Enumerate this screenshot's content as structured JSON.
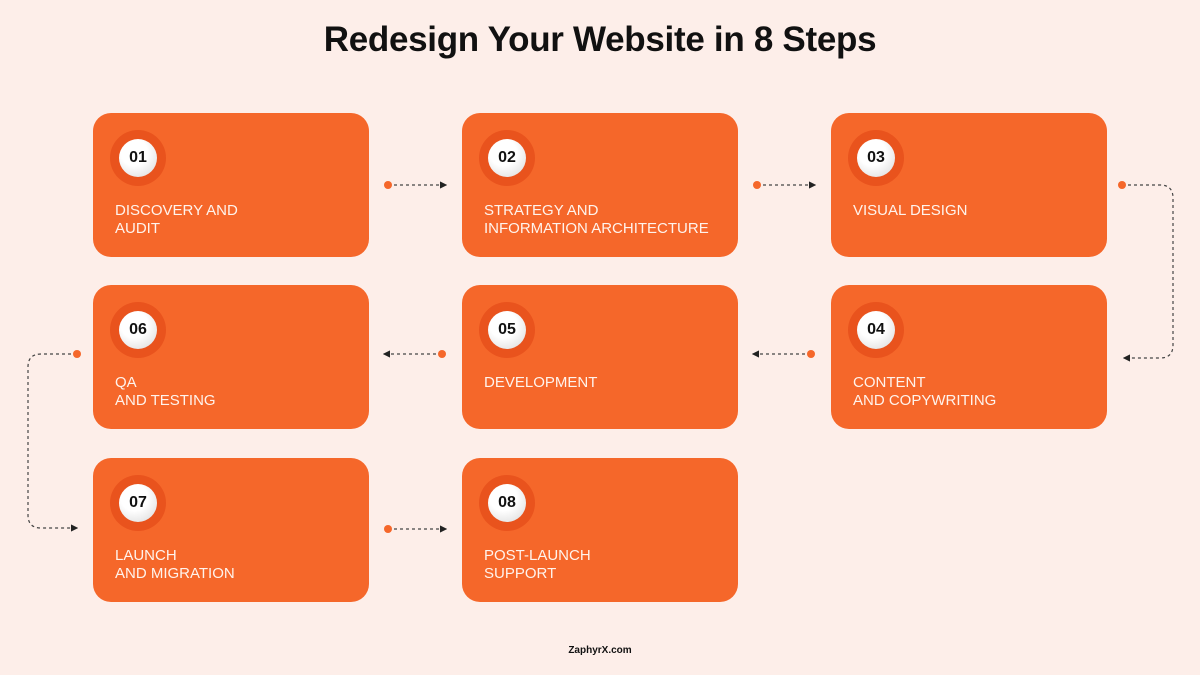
{
  "title": "Redesign Your Website in 8 Steps",
  "steps": [
    {
      "number": "01",
      "label": "DISCOVERY AND\nAUDIT"
    },
    {
      "number": "02",
      "label": "STRATEGY AND\nINFORMATION ARCHITECTURE"
    },
    {
      "number": "03",
      "label": "VISUAL DESIGN"
    },
    {
      "number": "04",
      "label": "CONTENT\nAND COPYWRITING"
    },
    {
      "number": "05",
      "label": "DEVELOPMENT"
    },
    {
      "number": "06",
      "label": "QA\nAND TESTING"
    },
    {
      "number": "07",
      "label": "LAUNCH\nAND MIGRATION"
    },
    {
      "number": "08",
      "label": "POST-LAUNCH\nSUPPORT"
    }
  ],
  "footer": "ZaphyrX.com",
  "colors": {
    "accent": "#f5672a",
    "background": "#fdeee9"
  }
}
